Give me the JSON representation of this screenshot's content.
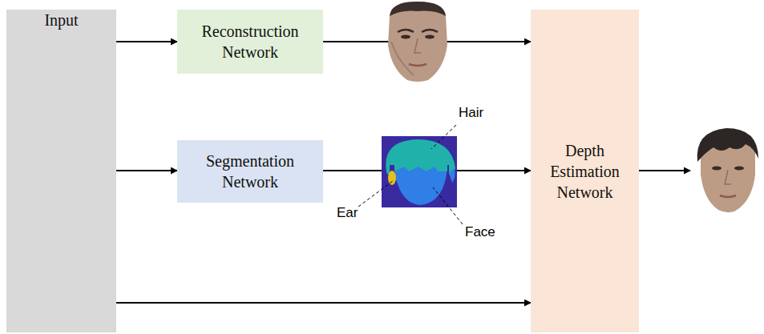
{
  "diagram": {
    "nodes": [
      {
        "text": [
          "Input"
        ]
      },
      {
        "text": [
          "Reconstruction Network"
        ]
      },
      {
        "text": [
          "Segmentation Network"
        ]
      },
      {
        "text": [
          "Depth Estimation Network"
        ]
      }
    ],
    "edges": [
      {
        "from": 0,
        "to": 1,
        "arrow": "to"
      },
      {
        "from": 1,
        "to": 3,
        "arrow": "to"
      },
      {
        "from": 0,
        "to": 2,
        "arrow": "to"
      },
      {
        "from": 2,
        "to": 3,
        "arrow": "to"
      },
      {
        "from": 0,
        "to": 3,
        "arrow": "to"
      }
    ],
    "labels": [
      "Hair",
      "Ear",
      "Face"
    ]
  }
}
